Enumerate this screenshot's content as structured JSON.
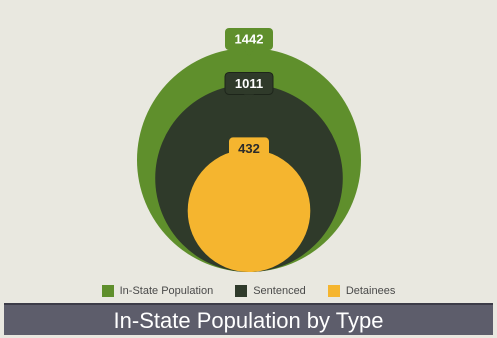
{
  "chart_data": {
    "type": "nested-circle",
    "title": "In-State Population by Type",
    "series": [
      {
        "name": "In-State Population",
        "value": 1442,
        "color": "#5f8f2c",
        "label_color": "#5f8f2c",
        "label_text_color": "#ffffff"
      },
      {
        "name": "Sentenced",
        "value": 1011,
        "color": "#2f3a2a",
        "label_color": "#2f3a2a",
        "label_text_color": "#ffffff"
      },
      {
        "name": "Detainees",
        "value": 432,
        "color": "#f5b52f",
        "label_color": "#f5b52f",
        "label_text_color": "#2b2b2b"
      }
    ],
    "legend_position": "bottom"
  },
  "colors": {
    "background": "#e9e8e0",
    "title_bar": "#5d5d6b"
  }
}
